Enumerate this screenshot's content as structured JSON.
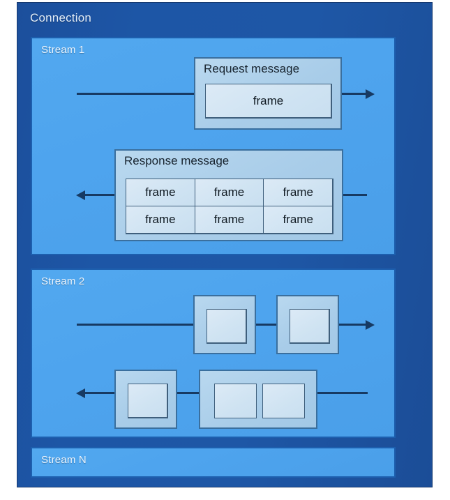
{
  "diagram": {
    "title": "Connection",
    "streams": [
      {
        "label": "Stream 1",
        "messages": [
          {
            "name": "request-message",
            "title": "Request message",
            "direction": "right",
            "rows": [
              [
                "frame"
              ]
            ]
          },
          {
            "name": "response-message",
            "title": "Response message",
            "direction": "left",
            "rows": [
              [
                "frame",
                "frame",
                "frame"
              ],
              [
                "frame",
                "frame",
                "frame"
              ]
            ]
          }
        ]
      },
      {
        "label": "Stream 2",
        "messages": [
          {
            "name": "s2-message-1",
            "title": "",
            "direction": "right",
            "rows": [
              [
                ""
              ]
            ]
          },
          {
            "name": "s2-message-2",
            "title": "",
            "direction": "right",
            "rows": [
              [
                ""
              ]
            ]
          },
          {
            "name": "s2-message-3",
            "title": "",
            "direction": "left",
            "rows": [
              [
                ""
              ]
            ]
          },
          {
            "name": "s2-message-4",
            "title": "",
            "direction": "left",
            "rows": [
              [
                "",
                ""
              ]
            ]
          }
        ]
      },
      {
        "label": "Stream N",
        "messages": []
      }
    ],
    "frame_label": "frame",
    "colors": {
      "connection_bg": "#1d56a6",
      "stream_bg": "#4ea4ee",
      "stream_border": "#1d5fae",
      "message_bg": "#a9cde9",
      "message_border": "#3a6f9e",
      "frame_bg": "#cfe3f2",
      "frame_border": "#3f5f7c",
      "line": "#173a63",
      "label_text": "#eaf4fe",
      "frame_text": "#101a22"
    }
  }
}
